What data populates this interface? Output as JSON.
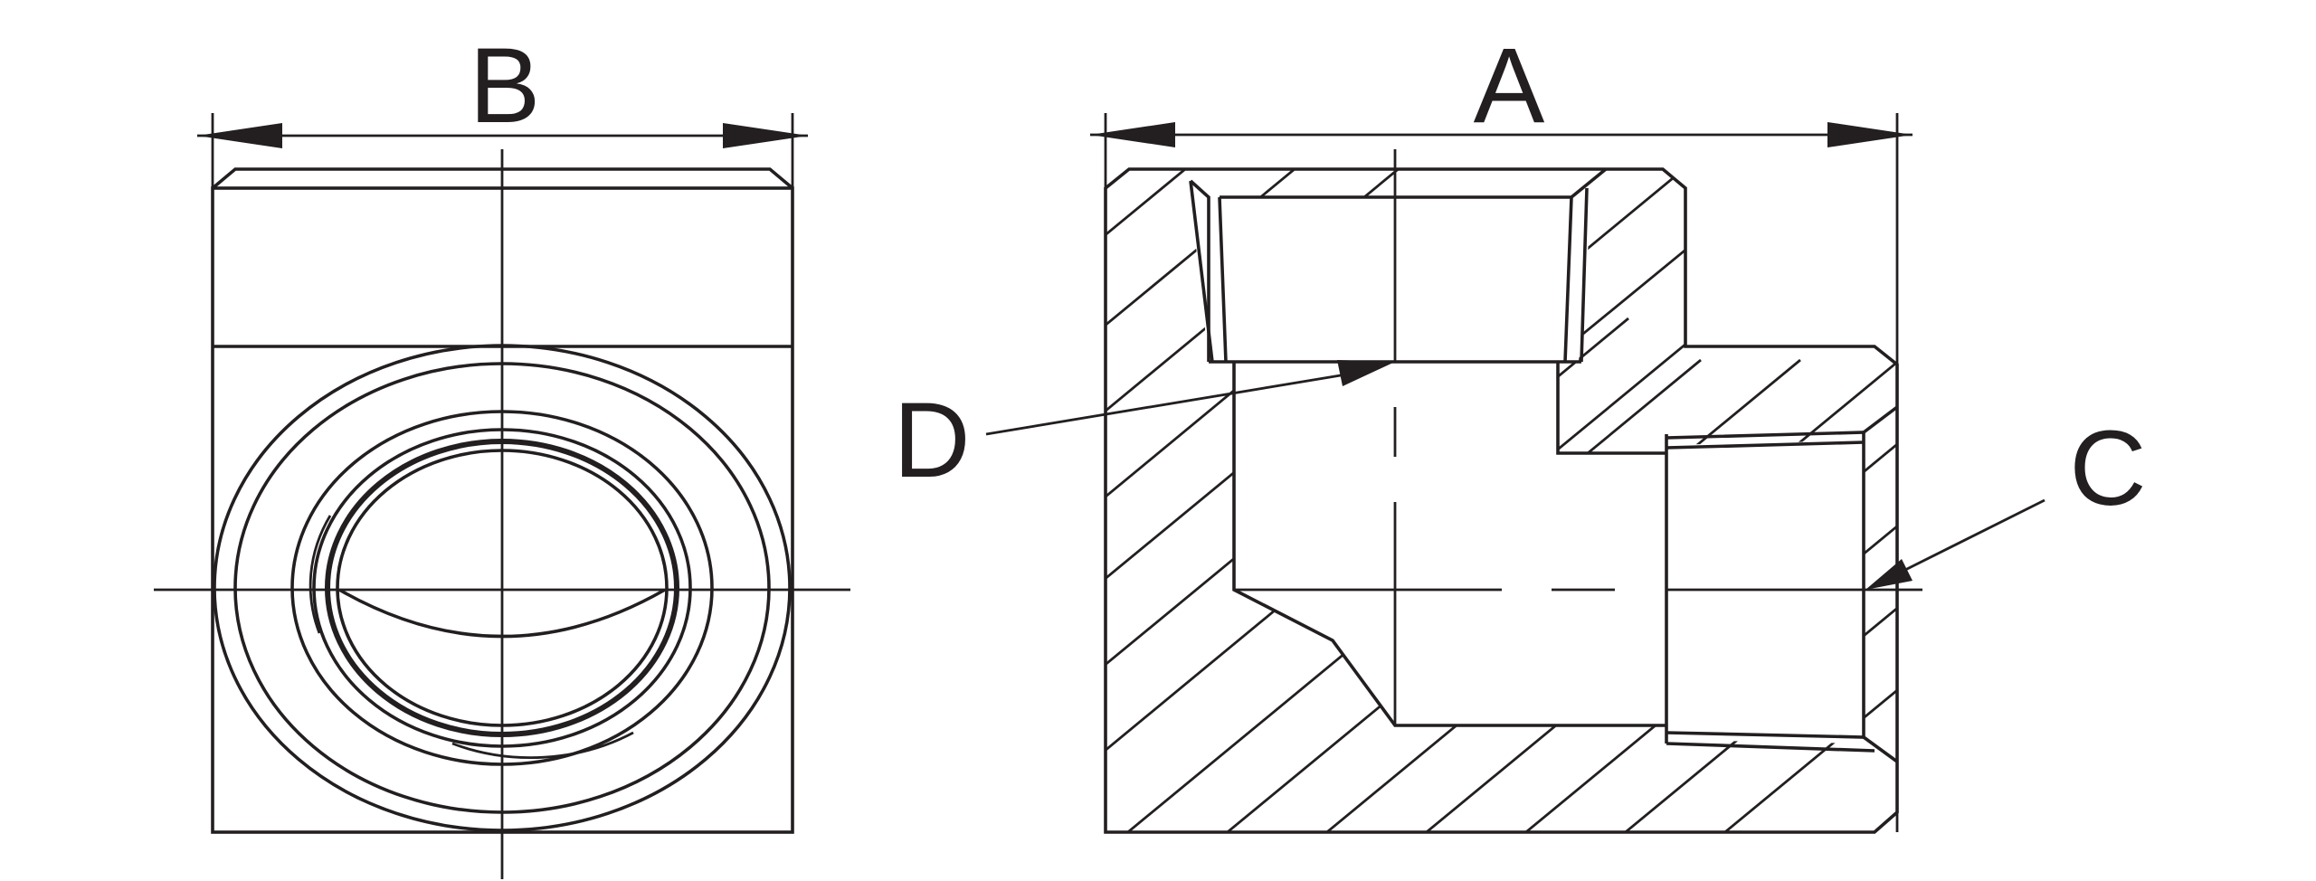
{
  "labels": {
    "a": "A",
    "b": "B",
    "c": "C",
    "d": "D"
  },
  "colors": {
    "line": "#231f20",
    "background": "#ffffff"
  }
}
